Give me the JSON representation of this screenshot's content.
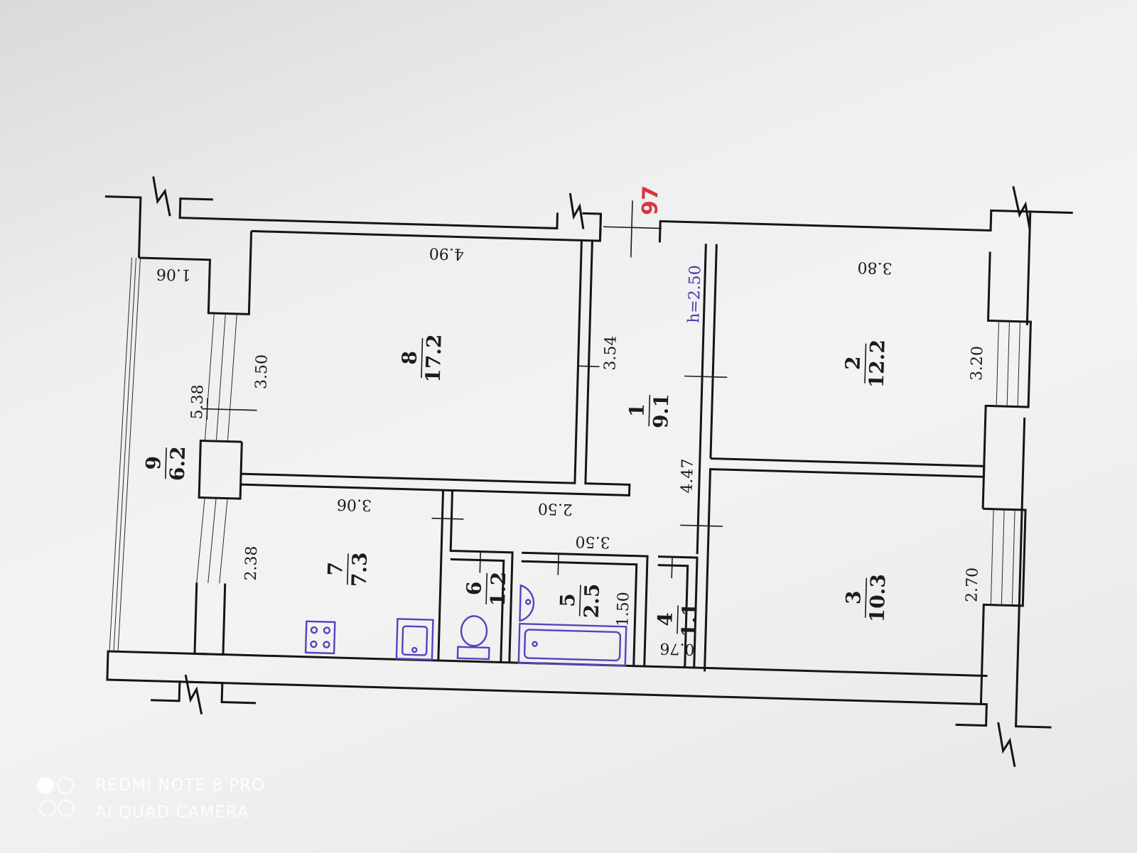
{
  "plan_number": "97",
  "ceiling_height": "h=2.50",
  "rooms": {
    "r1": {
      "num": "1",
      "area": "9.1"
    },
    "r2": {
      "num": "2",
      "area": "12.2"
    },
    "r3": {
      "num": "3",
      "area": "10.3"
    },
    "r4": {
      "num": "4",
      "area": "1.1"
    },
    "r5": {
      "num": "5",
      "area": "2.5"
    },
    "r6": {
      "num": "6",
      "area": "1.2"
    },
    "r7": {
      "num": "7",
      "area": "7.3"
    },
    "r8": {
      "num": "8",
      "area": "17.2"
    },
    "r9": {
      "num": "9",
      "area": "6.2"
    }
  },
  "dimensions": {
    "d_106": "1.06",
    "d_538": "5.38",
    "d_350": "3.50",
    "d_238": "2.38",
    "d_490": "4.90",
    "d_306": "3.06",
    "d_250": "2.50",
    "d_350b": "3.50",
    "d_354": "3.54",
    "d_447": "4.47",
    "d_150": "1.50",
    "d_076": "0.76",
    "d_380": "3.80",
    "d_320": "3.20",
    "d_270": "2.70"
  },
  "watermark": {
    "line1": "REDMI NOTE 8 PRO",
    "line2": "AI QUAD CAMERA"
  },
  "colors": {
    "ink": "#151515",
    "fixtures": "#5a3fbf",
    "plan_number": "#d8343e"
  }
}
